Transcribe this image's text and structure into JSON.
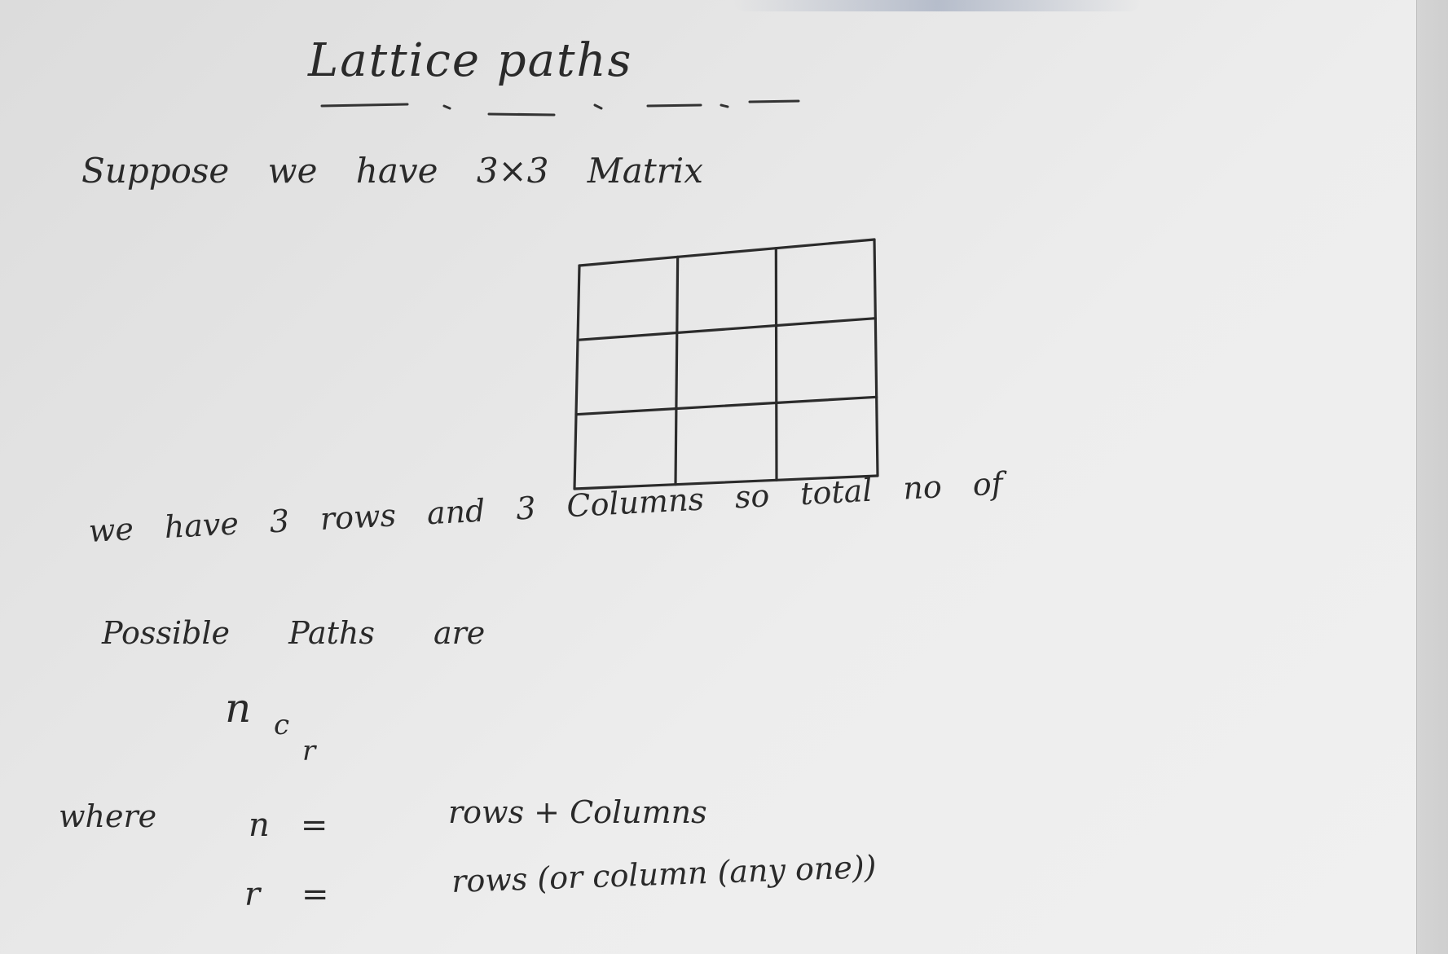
{
  "title": "Lattice paths",
  "intro": "Suppose we have 3×3 Matrix",
  "grid": {
    "rows": 3,
    "cols": 3
  },
  "explanation_line1": "we have 3 rows and 3 Columns so total no of",
  "explanation_line2": "Possible Paths are",
  "formula": {
    "n": "n",
    "c": "c",
    "r": "r"
  },
  "where_label": "where",
  "definitions": [
    {
      "symbol": "n",
      "sign": "=",
      "meaning": "rows + Columns"
    },
    {
      "symbol": "r",
      "sign": "=",
      "meaning": "rows (or column (any one))"
    }
  ]
}
